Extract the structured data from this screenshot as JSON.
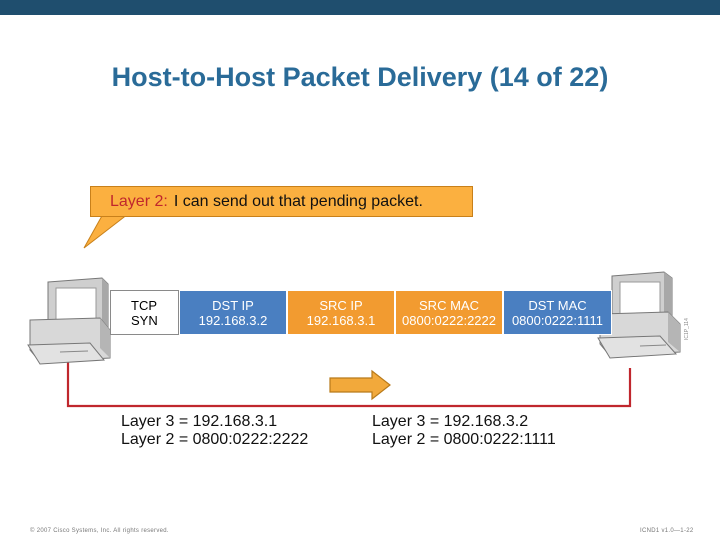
{
  "slide": {
    "title": "Host-to-Host Packet Delivery (14 of 22)",
    "callout": {
      "label": "Layer 2:",
      "message": "I can send out that pending packet."
    },
    "packet": [
      {
        "line1": "TCP",
        "line2": "SYN",
        "color": "white"
      },
      {
        "line1": "DST IP",
        "line2": "192.168.3.2",
        "color": "blue"
      },
      {
        "line1": "SRC IP",
        "line2": "192.168.3.1",
        "color": "orange"
      },
      {
        "line1": "SRC MAC",
        "line2": "0800:0222:2222",
        "color": "orange"
      },
      {
        "line1": "DST MAC",
        "line2": "0800:0222:1111",
        "color": "blue"
      }
    ],
    "host_left": {
      "layer3": "Layer 3 = 192.168.3.1",
      "layer2": "Layer 2 = 0800:0222:2222"
    },
    "host_right": {
      "layer3": "Layer 3 = 192.168.3.2",
      "layer2": "Layer 2 = 0800:0222:1111"
    },
    "footer_left": "© 2007 Cisco Systems, Inc. All rights reserved.",
    "footer_right": "ICND1 v1.0—1-22",
    "side_code": "IC1P_114",
    "icons": {
      "left_host": "computer-icon",
      "right_host": "computer-icon",
      "direction": "right-arrow-icon"
    },
    "colors": {
      "title": "#2a6b98",
      "link": "#c0272d",
      "callout": "#fbb040",
      "blue_field": "#4a7fc1",
      "orange_field": "#f29b30"
    }
  }
}
